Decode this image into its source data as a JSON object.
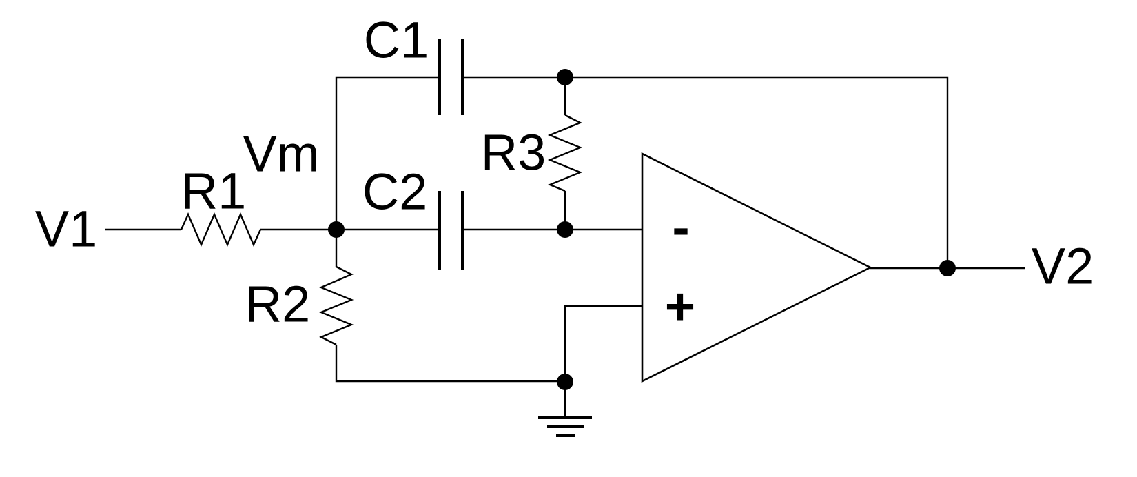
{
  "diagram_type": "circuit-schematic",
  "labels": {
    "input": "V1",
    "output": "V2",
    "mid_node": "Vm",
    "r1": "R1",
    "r2": "R2",
    "r3": "R3",
    "c1": "C1",
    "c2": "C2"
  },
  "opamp": {
    "inverting_input_sign": "-",
    "non_inverting_input_sign": "+"
  },
  "components": [
    {
      "ref": "V1",
      "kind": "input-terminal"
    },
    {
      "ref": "R1",
      "kind": "resistor",
      "between": [
        "V1",
        "Vm"
      ]
    },
    {
      "ref": "R2",
      "kind": "resistor",
      "between": [
        "Vm",
        "ground"
      ]
    },
    {
      "ref": "C1",
      "kind": "capacitor",
      "between": [
        "Vm",
        "output-feedback-node"
      ]
    },
    {
      "ref": "C2",
      "kind": "capacitor",
      "between": [
        "Vm",
        "opamp-inverting-input"
      ]
    },
    {
      "ref": "R3",
      "kind": "resistor",
      "between": [
        "output-feedback-node",
        "opamp-inverting-input"
      ]
    },
    {
      "ref": "opamp",
      "kind": "operational-amplifier",
      "non_inverting_input": "ground",
      "output": "V2"
    },
    {
      "ref": "V2",
      "kind": "output-terminal"
    }
  ],
  "colors": {
    "stroke": "#000000",
    "background": "#ffffff"
  }
}
